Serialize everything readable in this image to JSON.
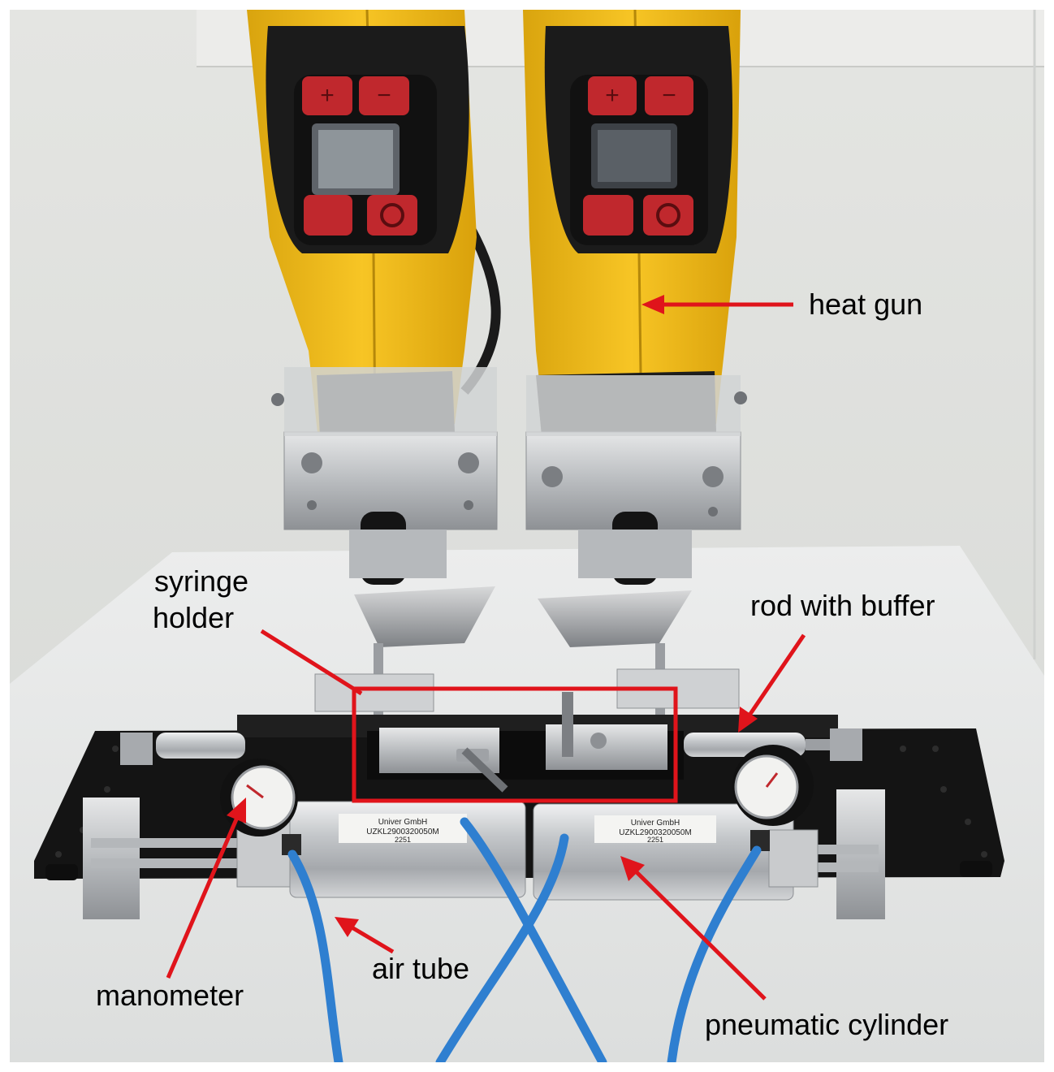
{
  "figure": {
    "labels": {
      "heat_gun": "heat gun",
      "syringe_holder_line1": "syringe",
      "syringe_holder_line2": "holder",
      "rod_with_buffer": "rod with buffer",
      "manometer": "manometer",
      "air_tube": "air tube",
      "pneumatic_cylinder": "pneumatic cylinder"
    },
    "device_text": {
      "gun_button_plus": "+",
      "gun_button_minus": "−",
      "cylinder_brand": "Univer GmbH",
      "cylinder_code": "UZKL2900320050M",
      "cylinder_number": "2251"
    },
    "colors": {
      "annotation_red": "#e0141b",
      "gun_yellow": "#f6c21c",
      "tube_blue": "#2f7fd0",
      "board_black": "#151515",
      "aluminum": "#c9cbcd"
    }
  }
}
